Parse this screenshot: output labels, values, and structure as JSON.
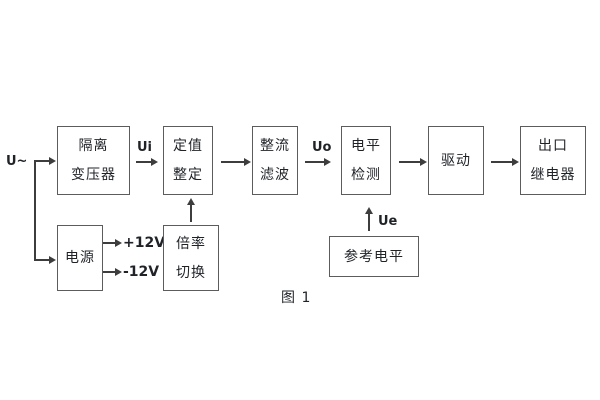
{
  "figure": {
    "caption": "图 1"
  },
  "labels": {
    "input": "U~",
    "ui": "Ui",
    "uo": "Uo",
    "ue": "Ue",
    "rail_positive": "+12V",
    "rail_negative": "-12V"
  },
  "blocks": {
    "isolation_transformer": {
      "line1": "隔离",
      "line2": "变压器"
    },
    "value_setting": {
      "line1": "定值",
      "line2": "整定"
    },
    "rectifier_filter": {
      "line1": "整流",
      "line2": "滤波"
    },
    "level_detector": {
      "line1": "电平",
      "line2": "检测"
    },
    "driver": {
      "label": "驱动"
    },
    "output_relay": {
      "line1": "出口",
      "line2": "继电器"
    },
    "power_supply": {
      "label": "电源"
    },
    "ratio_switch": {
      "line1": "倍率",
      "line2": "切换"
    },
    "reference_level": {
      "label": "参考电平"
    }
  },
  "colors": {
    "line": "#3d3d3d",
    "border": "#5c5c5c",
    "text": "#1f2328",
    "background": "#ffffff"
  }
}
